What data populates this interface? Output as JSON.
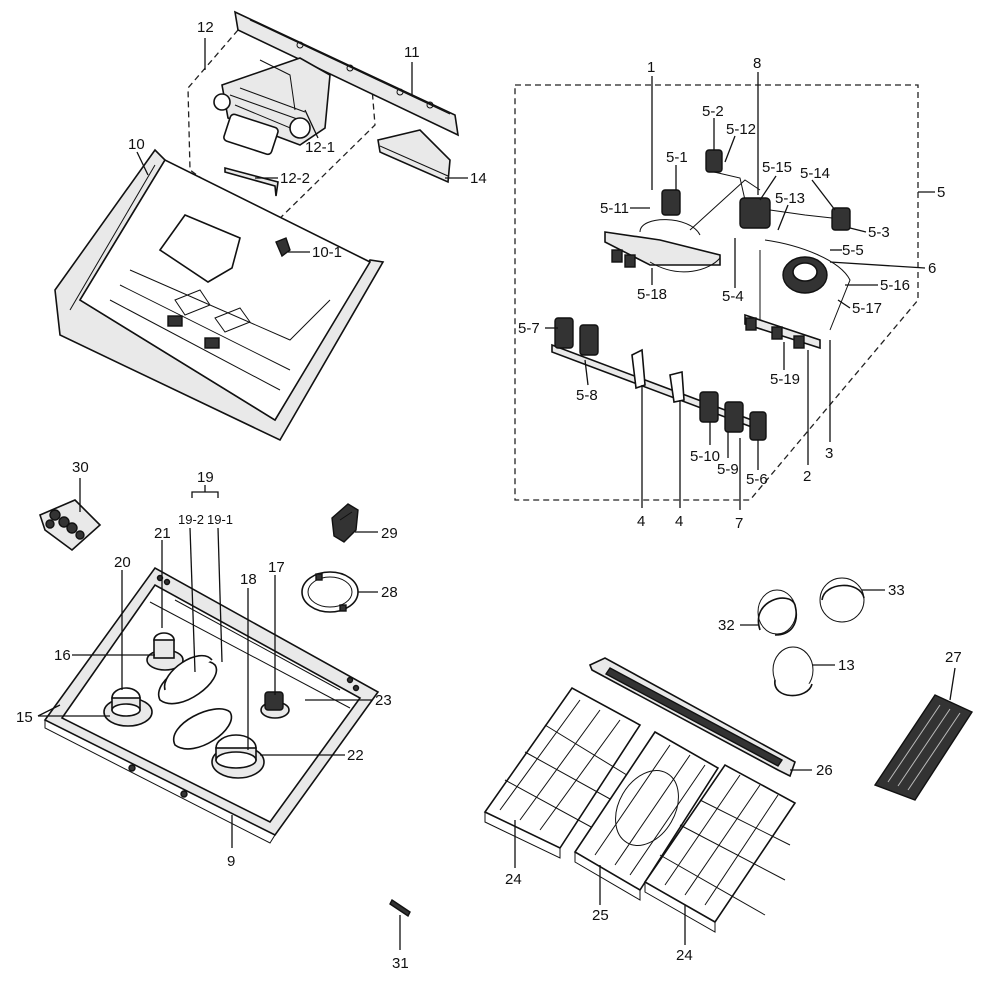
{
  "labels": {
    "p1": "1",
    "p2": "2",
    "p3": "3",
    "p4a": "4",
    "p4b": "4",
    "p5": "5",
    "p5_1": "5-1",
    "p5_2": "5-2",
    "p5_3": "5-3",
    "p5_4": "5-4",
    "p5_5": "5-5",
    "p5_6": "5-6",
    "p5_7": "5-7",
    "p5_8": "5-8",
    "p5_9": "5-9",
    "p5_10": "5-10",
    "p5_11": "5-11",
    "p5_12": "5-12",
    "p5_13": "5-13",
    "p5_14": "5-14",
    "p5_15": "5-15",
    "p5_16": "5-16",
    "p5_17": "5-17",
    "p5_18": "5-18",
    "p5_19": "5-19",
    "p6": "6",
    "p7": "7",
    "p8": "8",
    "p9": "9",
    "p10": "10",
    "p10_1": "10-1",
    "p11": "11",
    "p12": "12",
    "p12_1": "12-1",
    "p12_2": "12-2",
    "p13": "13",
    "p14": "14",
    "p15": "15",
    "p16": "16",
    "p17": "17",
    "p18": "18",
    "p19": "19",
    "p19_1": "19-1",
    "p19_2": "19-2",
    "p20": "20",
    "p21": "21",
    "p22": "22",
    "p23": "23",
    "p24a": "24",
    "p24b": "24",
    "p25": "25",
    "p26": "26",
    "p27": "27",
    "p28": "28",
    "p29": "29",
    "p30": "30",
    "p31": "31",
    "p32": "32",
    "p33": "33"
  }
}
